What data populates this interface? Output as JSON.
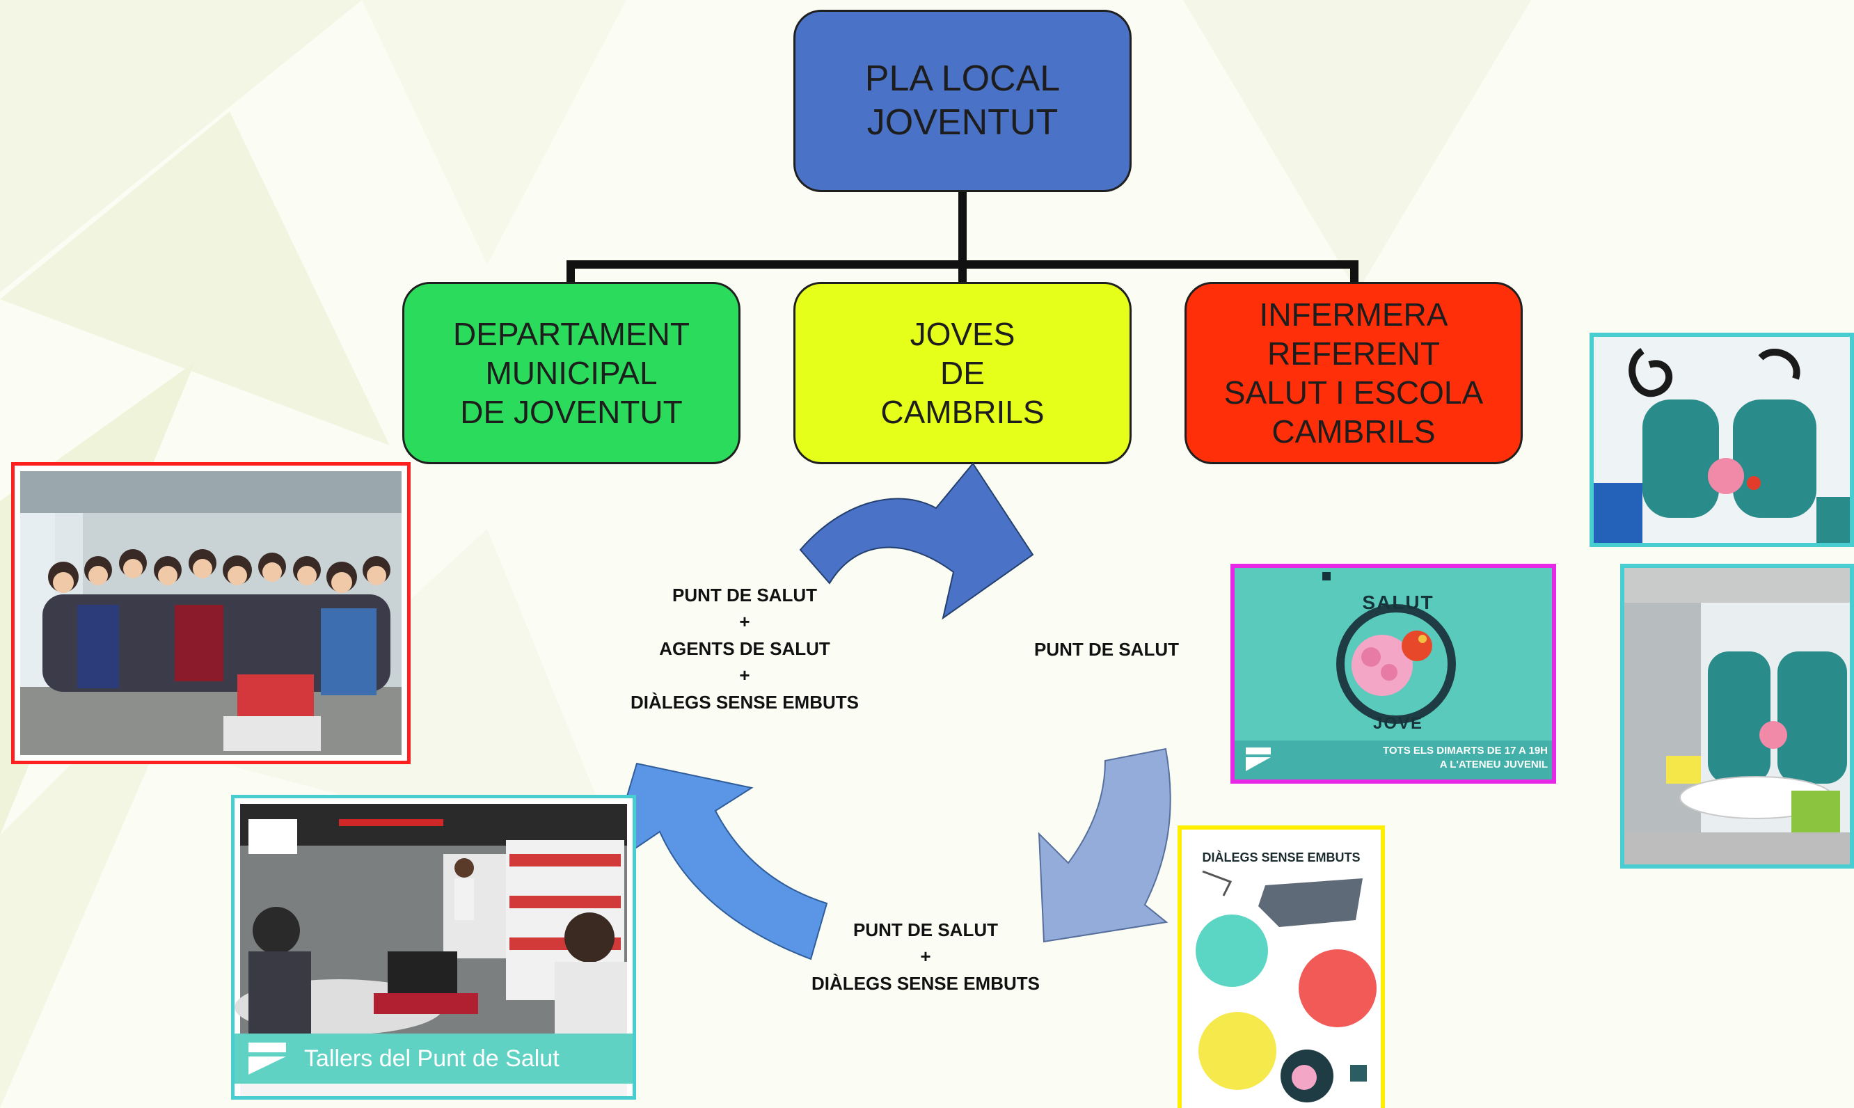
{
  "diagram": {
    "top": {
      "lines": [
        "PLA LOCAL",
        "JOVENTUT"
      ]
    },
    "children": [
      {
        "lines": [
          "DEPARTAMENT",
          "MUNICIPAL",
          "DE JOVENTUT"
        ],
        "color": "#2bdc5c"
      },
      {
        "lines": [
          "JOVES",
          "DE",
          "CAMBRILS"
        ],
        "color": "#e6ff1a"
      },
      {
        "lines": [
          "INFERMERA",
          "REFERENT",
          "SALUT I ESCOLA",
          "CAMBRILS"
        ],
        "color": "#ff3009"
      }
    ],
    "cycle_labels": {
      "left": [
        "PUNT DE SALUT",
        "+",
        "AGENTS DE SALUT",
        "+",
        "DIÀLEGS SENSE EMBUTS"
      ],
      "right": [
        "PUNT DE SALUT"
      ],
      "bottom": [
        "PUNT DE SALUT",
        "+",
        "DIÀLEGS SENSE EMBUTS"
      ]
    },
    "arrow_colors": [
      "#4a72c6",
      "#93acd9",
      "#5a95e6"
    ]
  },
  "photos": {
    "group_photo_border": "#ff1f1f",
    "workshop": {
      "caption": "Tallers del Punt de Salut",
      "border": "#48cdd0"
    },
    "salut_jove_poster": {
      "title": [
        "SALUT",
        "JOVE"
      ],
      "footer": [
        "TOTS ELS DIMARTS DE 17 A 19H",
        "A L'ATENEU JUVENIL"
      ],
      "border": "#e628e6"
    },
    "dialegs_poster": {
      "title": "DIÀLEGS SENSE EMBUTS",
      "border": "#ffee00"
    },
    "mural_border": "#48cdd0"
  }
}
